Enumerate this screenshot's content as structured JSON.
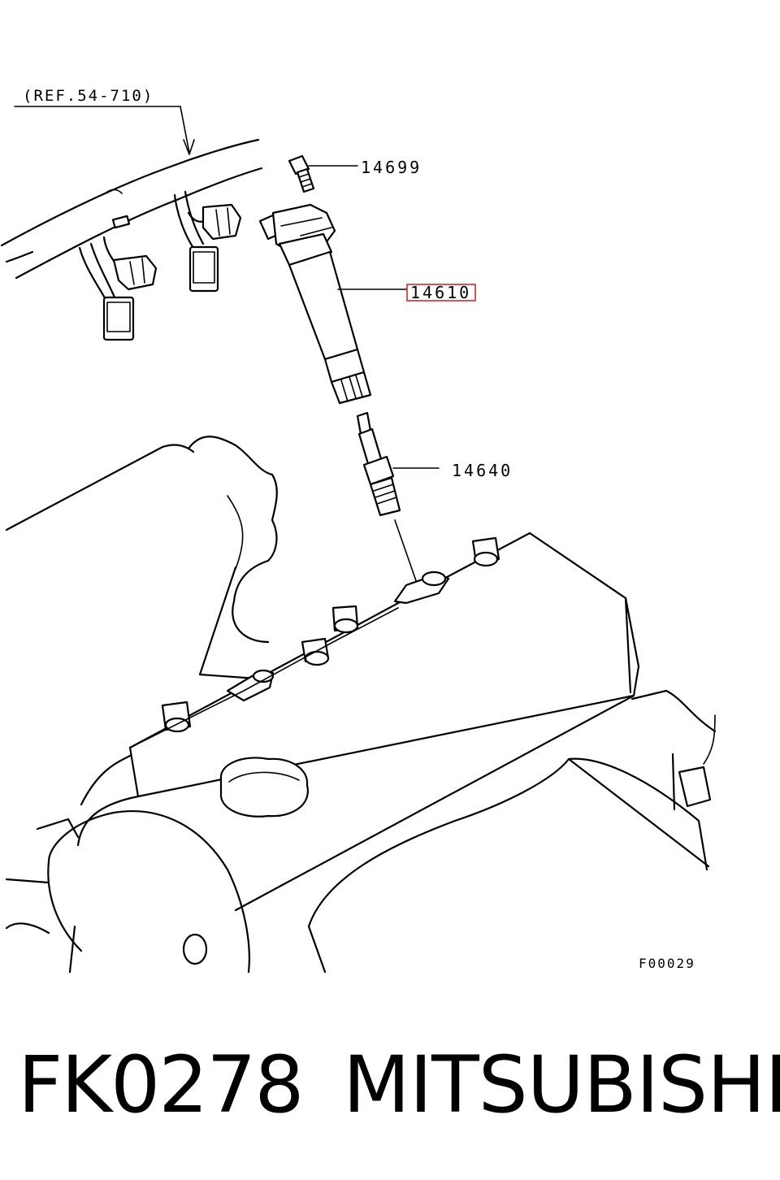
{
  "diagram": {
    "reference": "(REF.54-710)",
    "callouts": [
      {
        "id": "bolt",
        "label": "14699",
        "highlighted": false
      },
      {
        "id": "ignition-coil",
        "label": "14610",
        "highlighted": true
      },
      {
        "id": "spark-plug",
        "label": "14640",
        "highlighted": false
      }
    ],
    "figure_code": "F00029",
    "highlight_color": "#d9262c"
  },
  "footer": {
    "part_number": "FK0278",
    "brand": "MITSUBISHI"
  }
}
